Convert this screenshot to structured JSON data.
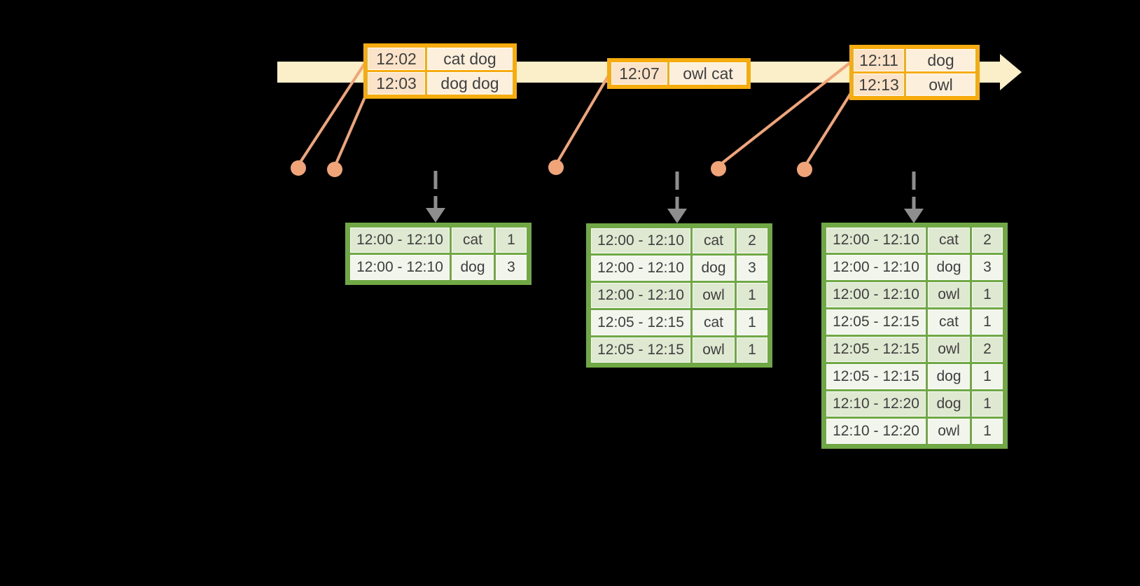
{
  "colors": {
    "background": "#000000",
    "timeline_fill": "#FBEFC9",
    "event_table_border": "#F6AC0F",
    "event_time_fill": "#FAE3C8",
    "event_words_fill": "#FCF0DD",
    "connector": "#F0A478",
    "result_table_border": "#6FA845",
    "result_row_dark": "#DFE9D2",
    "result_row_light": "#F1F5EC",
    "trigger_arrow": "#8E8E8E",
    "text": "#3F3F3F"
  },
  "event_tables": [
    {
      "rows": [
        {
          "time": "12:02",
          "words": "cat dog"
        },
        {
          "time": "12:03",
          "words": "dog dog"
        }
      ]
    },
    {
      "rows": [
        {
          "time": "12:07",
          "words": "owl cat"
        }
      ]
    },
    {
      "rows": [
        {
          "time": "12:11",
          "words": "dog"
        },
        {
          "time": "12:13",
          "words": "owl"
        }
      ]
    }
  ],
  "result_tables": [
    {
      "rows": [
        [
          "12:00 - 12:10",
          "cat",
          "1"
        ],
        [
          "12:00 - 12:10",
          "dog",
          "3"
        ]
      ]
    },
    {
      "rows": [
        [
          "12:00 - 12:10",
          "cat",
          "2"
        ],
        [
          "12:00 - 12:10",
          "dog",
          "3"
        ],
        [
          "12:00 - 12:10",
          "owl",
          "1"
        ],
        [
          "12:05 - 12:15",
          "cat",
          "1"
        ],
        [
          "12:05 - 12:15",
          "owl",
          "1"
        ]
      ]
    },
    {
      "rows": [
        [
          "12:00 - 12:10",
          "cat",
          "2"
        ],
        [
          "12:00 - 12:10",
          "dog",
          "3"
        ],
        [
          "12:00 - 12:10",
          "owl",
          "1"
        ],
        [
          "12:05 - 12:15",
          "cat",
          "1"
        ],
        [
          "12:05 - 12:15",
          "owl",
          "2"
        ],
        [
          "12:05 - 12:15",
          "dog",
          "1"
        ],
        [
          "12:10 - 12:20",
          "dog",
          "1"
        ],
        [
          "12:10 - 12:20",
          "owl",
          "1"
        ]
      ]
    }
  ]
}
